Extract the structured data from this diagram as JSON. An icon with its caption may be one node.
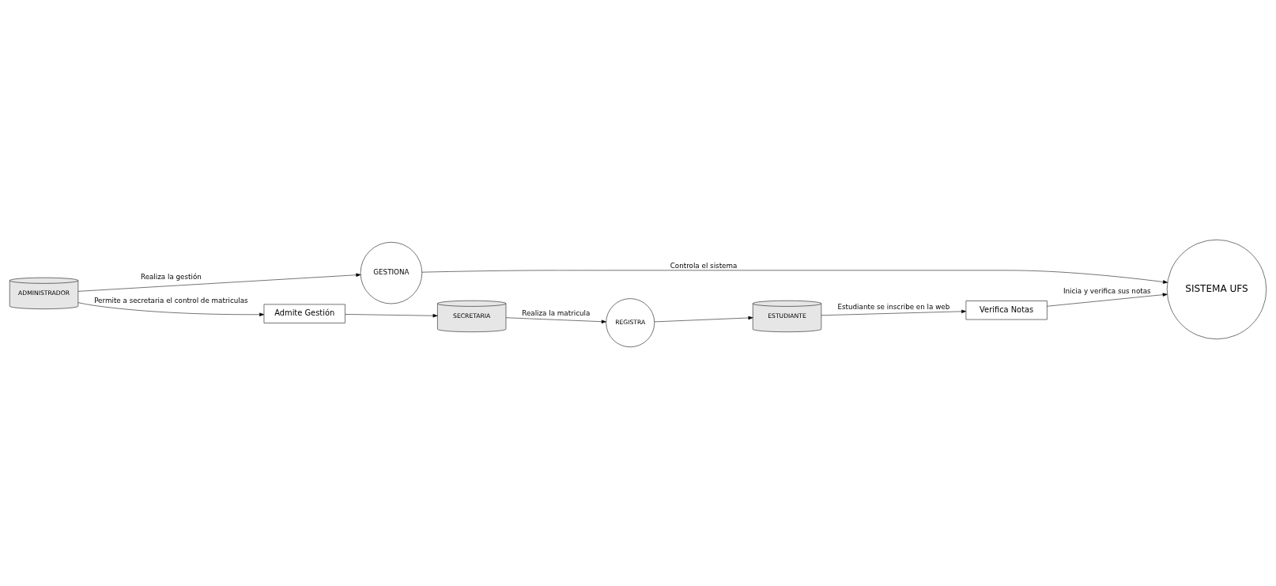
{
  "diagram": {
    "nodes": [
      {
        "text": [
          "Verifica Notas"
        ]
      },
      {
        "text": [
          "SISTEMA UFS"
        ]
      },
      {
        "text": [
          "GESTIONA"
        ]
      },
      {
        "text": [
          "ESTUDIANTE"
        ]
      },
      {
        "text": [
          "SECRETARIA"
        ]
      },
      {
        "text": [
          "ADMINISTRADOR"
        ]
      },
      {
        "text": [
          "REGISTRA"
        ]
      },
      {
        "text": [
          "Admite Gestión"
        ]
      }
    ],
    "edges": [
      {
        "from": 0,
        "to": 1,
        "arrow": "to",
        "label": "Inicia y verifica sus notas"
      },
      {
        "from": 2,
        "to": 1,
        "arrow": "to",
        "label": "Controla el sistema"
      },
      {
        "from": 3,
        "to": 0,
        "arrow": "to",
        "label": "Estudiante se inscribe en la web"
      },
      {
        "from": 5,
        "to": 2,
        "arrow": "to",
        "label": "Realiza la gestión"
      },
      {
        "from": 5,
        "to": 7,
        "arrow": "to",
        "label": "Permite a secretaria el control de matriculas"
      },
      {
        "from": 7,
        "to": 4,
        "arrow": "to"
      },
      {
        "from": 4,
        "to": 6,
        "arrow": "to",
        "label": "Realiza la matricula"
      },
      {
        "from": 6,
        "to": 3,
        "arrow": "to"
      }
    ]
  }
}
